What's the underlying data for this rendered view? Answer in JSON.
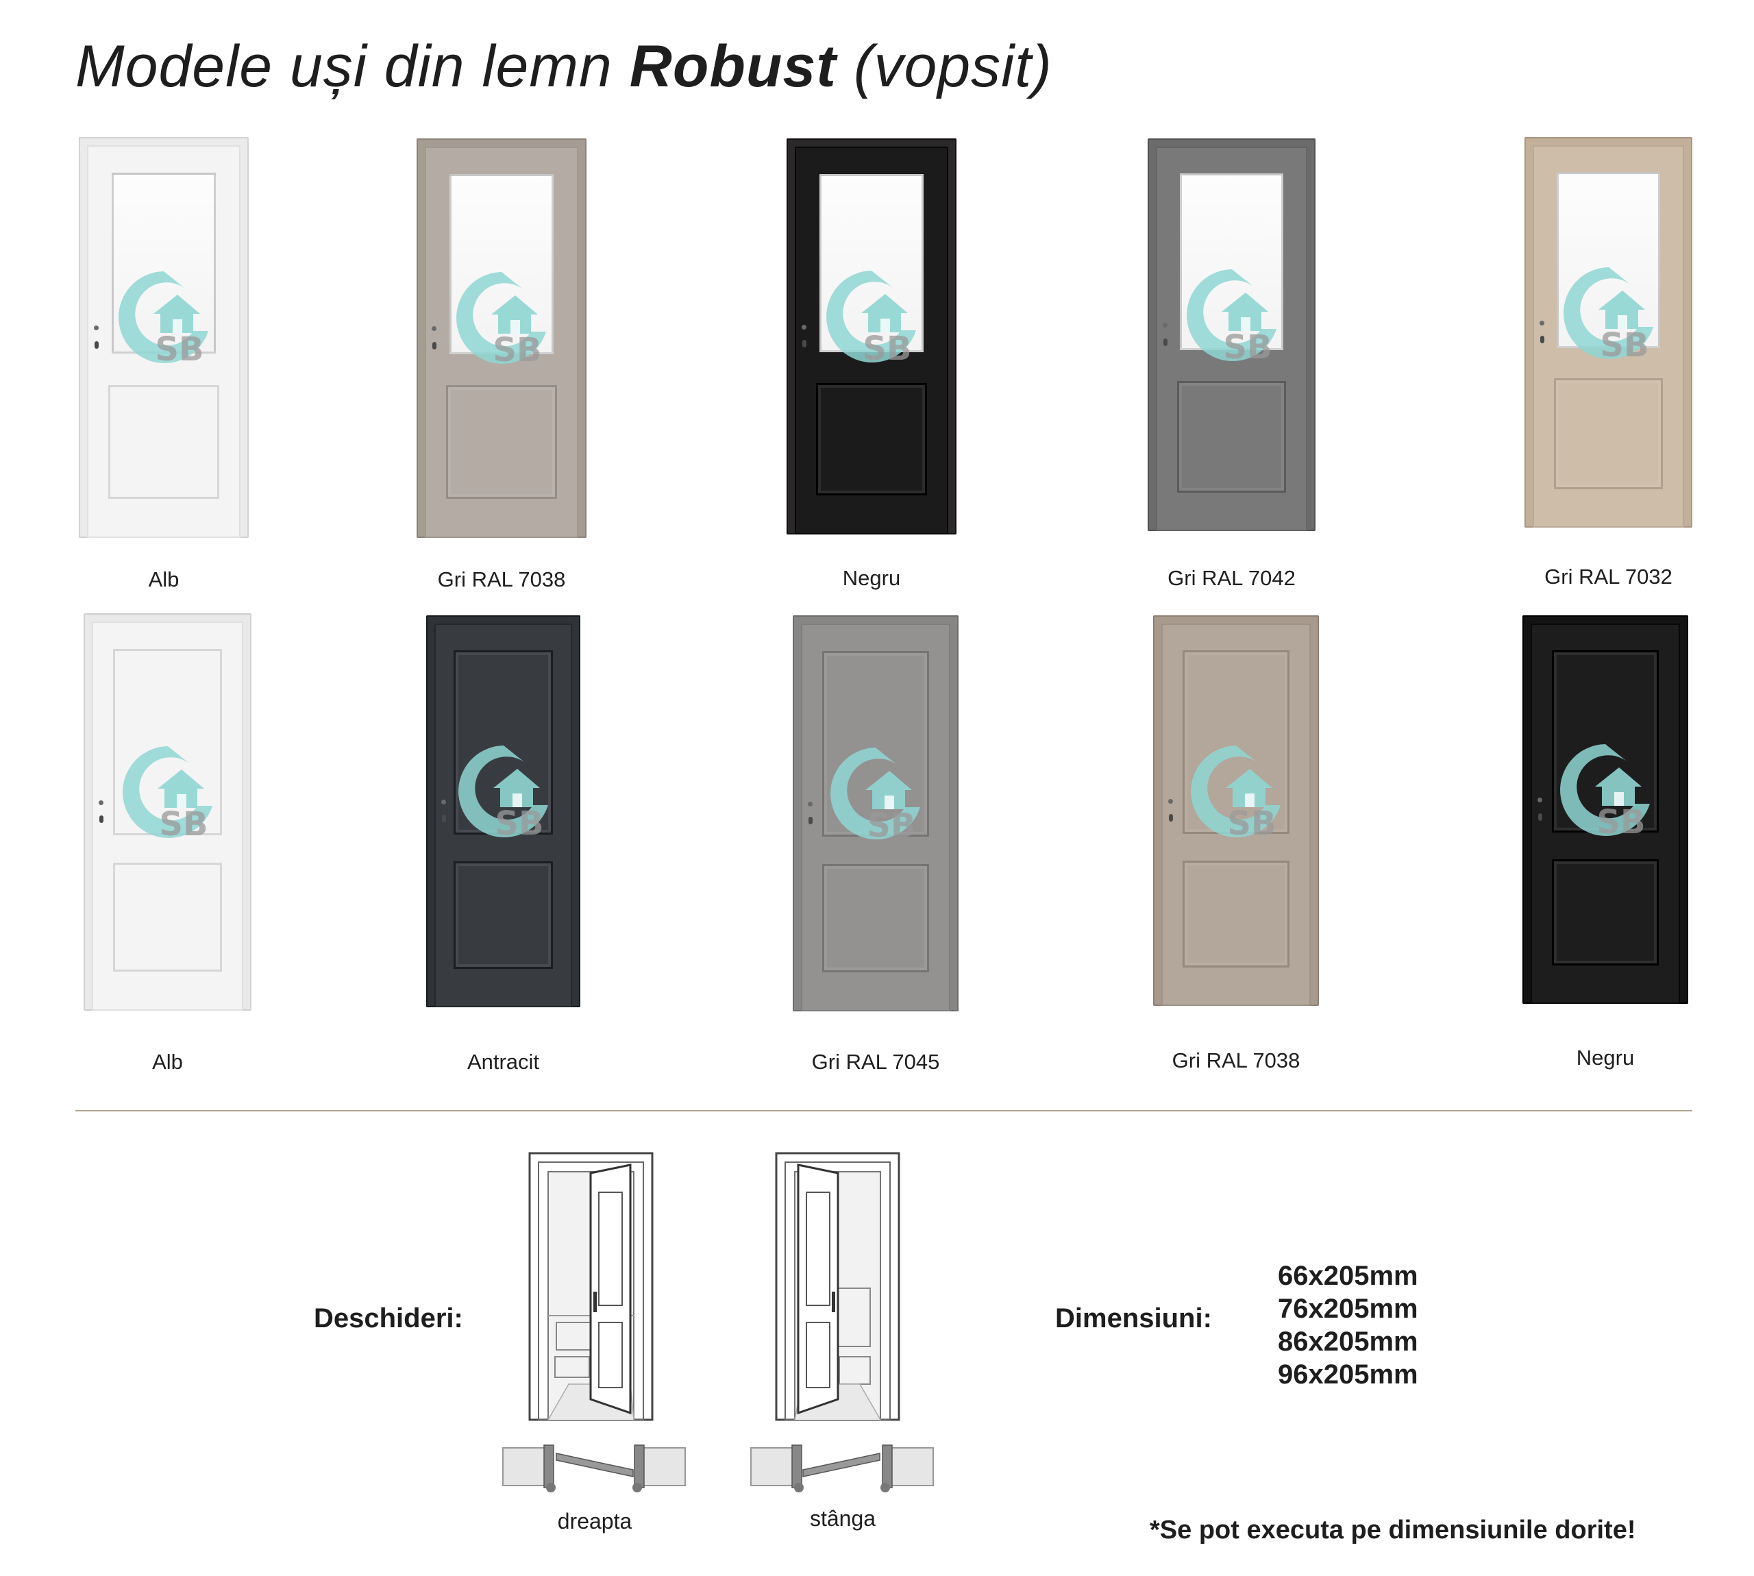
{
  "title": {
    "prefix": "Modele uși din lemn ",
    "bold": "Robust",
    "suffix": " (vopsit)"
  },
  "watermark": {
    "text": "SB",
    "icon": "house-logo-icon",
    "color": "#8fd6d2"
  },
  "row_glass": [
    {
      "label": "Alb",
      "color": "#f4f4f4",
      "frame": "#ebebeb"
    },
    {
      "label": "Gri RAL 7038",
      "color": "#b3aba4",
      "frame": "#a59c94"
    },
    {
      "label": "Negru",
      "color": "#1c1b1b",
      "frame": "#2a2828"
    },
    {
      "label": "Gri RAL 7042",
      "color": "#79797a",
      "frame": "#6c6b6b"
    },
    {
      "label": "Gri RAL 7032",
      "color": "#cdbda9",
      "frame": "#c2b09b"
    }
  ],
  "row_panel": [
    {
      "label": "Alb",
      "color": "#f4f4f4",
      "frame": "#e9e9e9"
    },
    {
      "label": "Antracit",
      "color": "#383c41",
      "frame": "#2f3236"
    },
    {
      "label": "Gri RAL 7045",
      "color": "#949191",
      "frame": "#888585"
    },
    {
      "label": "Gri RAL 7038",
      "color": "#b3a69a",
      "frame": "#a89a8d"
    },
    {
      "label": "Negru",
      "color": "#1e1d1d",
      "frame": "#141313"
    }
  ],
  "openings": {
    "label": "Deschideri:",
    "right": "dreapta",
    "left": "stânga"
  },
  "dimensions": {
    "label": "Dimensiuni:",
    "values": [
      "66x205mm",
      "76x205mm",
      "86x205mm",
      "96x205mm"
    ]
  },
  "footnote": "*Se pot executa pe dimensiunile dorite!"
}
